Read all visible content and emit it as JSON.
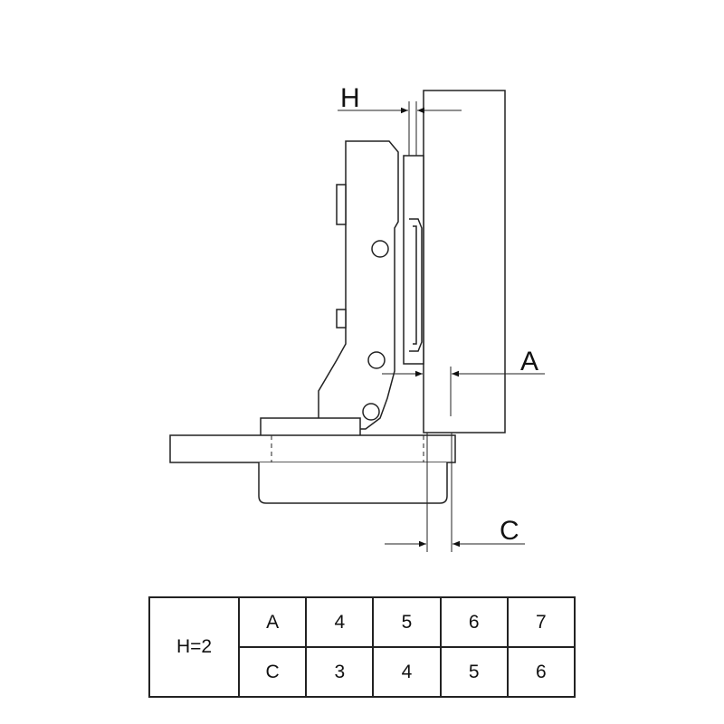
{
  "diagram": {
    "labels": {
      "h": "H",
      "a": "A",
      "c": "C"
    }
  },
  "table": {
    "header_cell": "H=2",
    "rows": [
      {
        "label": "A",
        "values": [
          "4",
          "5",
          "6",
          "7"
        ]
      },
      {
        "label": "C",
        "values": [
          "3",
          "4",
          "5",
          "6"
        ]
      }
    ]
  }
}
